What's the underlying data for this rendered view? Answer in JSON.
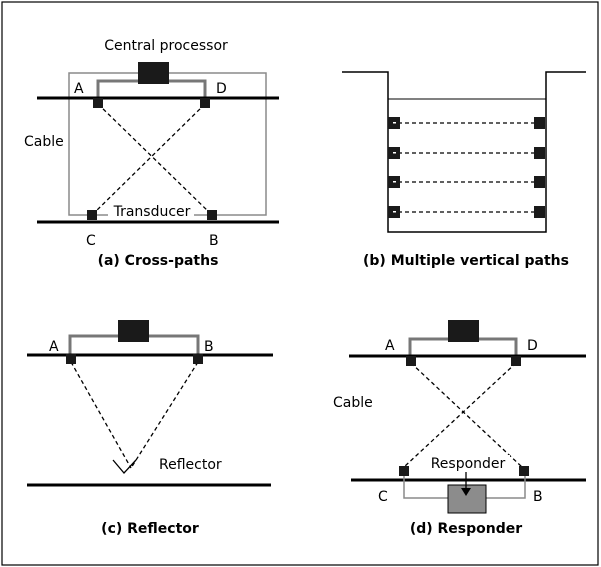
{
  "panel_a": {
    "processor_label": "Central processor",
    "cable_label": "Cable",
    "transducer_label": "Transducer",
    "point_a": "A",
    "point_b": "B",
    "point_c": "C",
    "point_d": "D",
    "caption": "(a) Cross-paths"
  },
  "panel_b": {
    "caption": "(b) Multiple vertical paths"
  },
  "panel_c": {
    "point_a": "A",
    "point_b": "B",
    "reflector_label": "Reflector",
    "caption": "(c) Reflector"
  },
  "panel_d": {
    "point_a": "A",
    "point_b": "B",
    "point_c": "C",
    "point_d": "D",
    "cable_label": "Cable",
    "responder_label": "Responder",
    "caption": "(d) Responder"
  },
  "colors": {
    "frame": "#000000",
    "cable": "#8a8a8a",
    "processor": "#1a1a1a",
    "responder_box": "#8c8c8c"
  }
}
